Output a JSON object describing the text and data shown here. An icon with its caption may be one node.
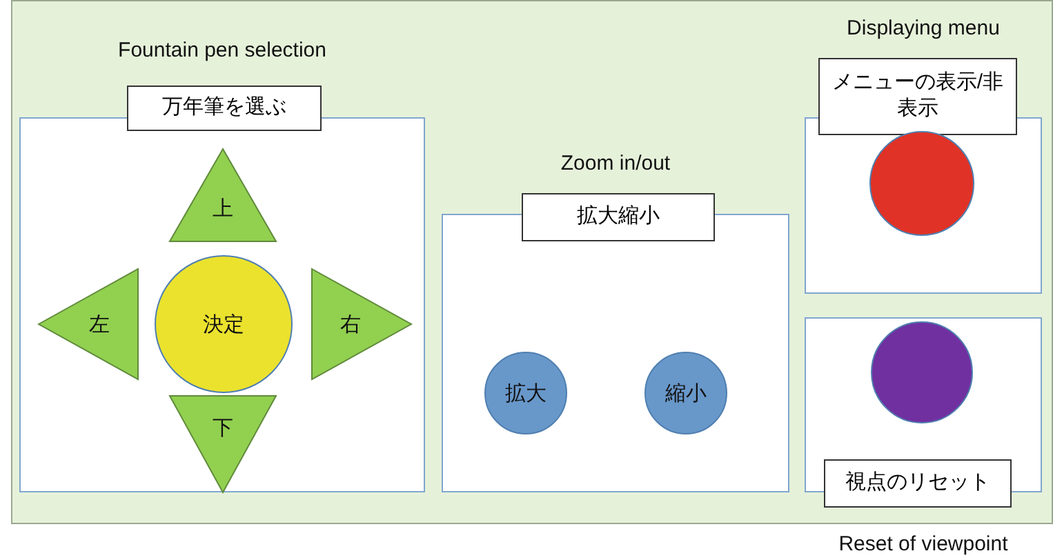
{
  "diagram": {
    "nodes": [
      {
        "text": [
          "Fountain pen selection",
          "万年筆を選ぶ"
        ]
      },
      {
        "text": [
          "上"
        ],
        "in": 0
      },
      {
        "text": [
          "左"
        ],
        "in": 0
      },
      {
        "text": [
          "決定"
        ],
        "in": 0
      },
      {
        "text": [
          "右"
        ],
        "in": 0
      },
      {
        "text": [
          "下"
        ],
        "in": 0
      },
      {
        "text": [
          "Zoom in/out",
          "拡大縮小"
        ]
      },
      {
        "text": [
          "拡大"
        ],
        "in": 6
      },
      {
        "text": [
          "縮小"
        ],
        "in": 6
      },
      {
        "text": [
          "Displaying menu",
          "メニューの表示/非表示"
        ]
      },
      {
        "text": [],
        "shape": "circle",
        "in": 9
      },
      {
        "text": [
          "視点のリセット",
          "Reset of viewpoint"
        ]
      },
      {
        "text": [],
        "shape": "circle",
        "in": 11
      }
    ]
  }
}
